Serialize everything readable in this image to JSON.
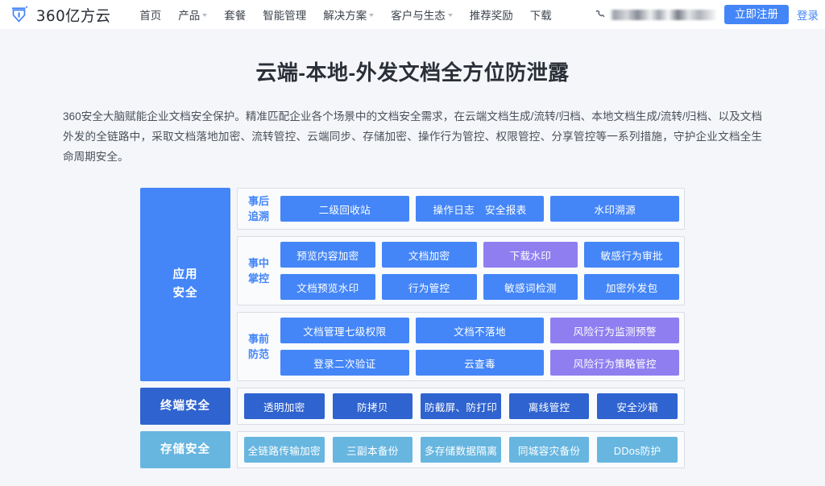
{
  "nav": {
    "logo_text": "360亿方云",
    "logo_icon": "shield-arrow-logo",
    "links": [
      {
        "label": "首页",
        "has_caret": false
      },
      {
        "label": "产品",
        "has_caret": true
      },
      {
        "label": "套餐",
        "has_caret": false
      },
      {
        "label": "智能管理",
        "has_caret": false
      },
      {
        "label": "解决方案",
        "has_caret": true
      },
      {
        "label": "客户与生态",
        "has_caret": true
      },
      {
        "label": "推荐奖励",
        "has_caret": false
      },
      {
        "label": "下载",
        "has_caret": false
      }
    ],
    "phone_icon": "phone-icon",
    "phone_value": "",
    "register_label": "立即注册",
    "login_label": "登录"
  },
  "hero": {
    "title": "云端-本地-外发文档全方位防泄露",
    "description": "360安全大脑赋能企业文档安全保护。精准匹配企业各个场景中的文档安全需求，在云端文档生成/流转/归档、本地文档生成/流转/归档、以及文档外发的全链路中，采取文档落地加密、流转管控、云端同步、存储加密、操作行为管控、权限管控、分享管控等一系列措施，守护企业文档全生命周期安全。"
  },
  "colors": {
    "brand_blue": "#4486f7",
    "deep_blue": "#2f63cf",
    "sky_blue": "#67b6e0",
    "purple": "#8f7ef0",
    "page_bg": "#f4f6fa",
    "group_bg": "#fafbfd",
    "group_border": "#d9dde4"
  },
  "diagram": {
    "bands": [
      {
        "side_label": "应用\n安全",
        "side_line1": "应用",
        "side_line2": "安全",
        "side_style": "side-app",
        "groups": [
          {
            "label_line1": "事后",
            "label_line2": "追溯",
            "rows": [
              [
                {
                  "label": "二级回收站",
                  "color": "blue"
                },
                {
                  "label": "操作日志　安全报表",
                  "color": "blue"
                },
                {
                  "label": "水印溯源",
                  "color": "blue"
                }
              ]
            ]
          },
          {
            "label_line1": "事中",
            "label_line2": "掌控",
            "rows": [
              [
                {
                  "label": "预览内容加密",
                  "color": "blue"
                },
                {
                  "label": "文档加密",
                  "color": "blue"
                },
                {
                  "label": "下载水印",
                  "color": "purple"
                },
                {
                  "label": "敏感行为审批",
                  "color": "blue"
                }
              ],
              [
                {
                  "label": "文档预览水印",
                  "color": "blue"
                },
                {
                  "label": "行为管控",
                  "color": "blue"
                },
                {
                  "label": "敏感词检测",
                  "color": "blue"
                },
                {
                  "label": "加密外发包",
                  "color": "blue"
                }
              ]
            ]
          },
          {
            "label_line1": "事前",
            "label_line2": "防范",
            "rows": [
              [
                {
                  "label": "文档管理七级权限",
                  "color": "blue"
                },
                {
                  "label": "文档不落地",
                  "color": "blue"
                },
                {
                  "label": "风险行为监测预警",
                  "color": "purple"
                }
              ],
              [
                {
                  "label": "登录二次验证",
                  "color": "blue"
                },
                {
                  "label": "云查毒",
                  "color": "blue"
                },
                {
                  "label": "风险行为策略管控",
                  "color": "purple"
                }
              ]
            ]
          }
        ]
      },
      {
        "side_label": "终端安全",
        "side_line1": "终端安全",
        "side_line2": "",
        "side_style": "side-terminal",
        "groups": [
          {
            "label_line1": "",
            "label_line2": "",
            "rows": [
              [
                {
                  "label": "透明加密",
                  "color": "deep"
                },
                {
                  "label": "防拷贝",
                  "color": "deep"
                },
                {
                  "label": "防截屏、防打印",
                  "color": "deep"
                },
                {
                  "label": "离线管控",
                  "color": "deep"
                },
                {
                  "label": "安全沙箱",
                  "color": "deep"
                }
              ]
            ]
          }
        ]
      },
      {
        "side_label": "存储安全",
        "side_line1": "存储安全",
        "side_line2": "",
        "side_style": "side-storage",
        "groups": [
          {
            "label_line1": "",
            "label_line2": "",
            "rows": [
              [
                {
                  "label": "全链路传输加密",
                  "color": "sky"
                },
                {
                  "label": "三副本备份",
                  "color": "sky"
                },
                {
                  "label": "多存储数据隔离",
                  "color": "sky"
                },
                {
                  "label": "同城容灾备份",
                  "color": "sky"
                },
                {
                  "label": "DDos防护",
                  "color": "sky"
                }
              ]
            ]
          }
        ]
      }
    ]
  }
}
